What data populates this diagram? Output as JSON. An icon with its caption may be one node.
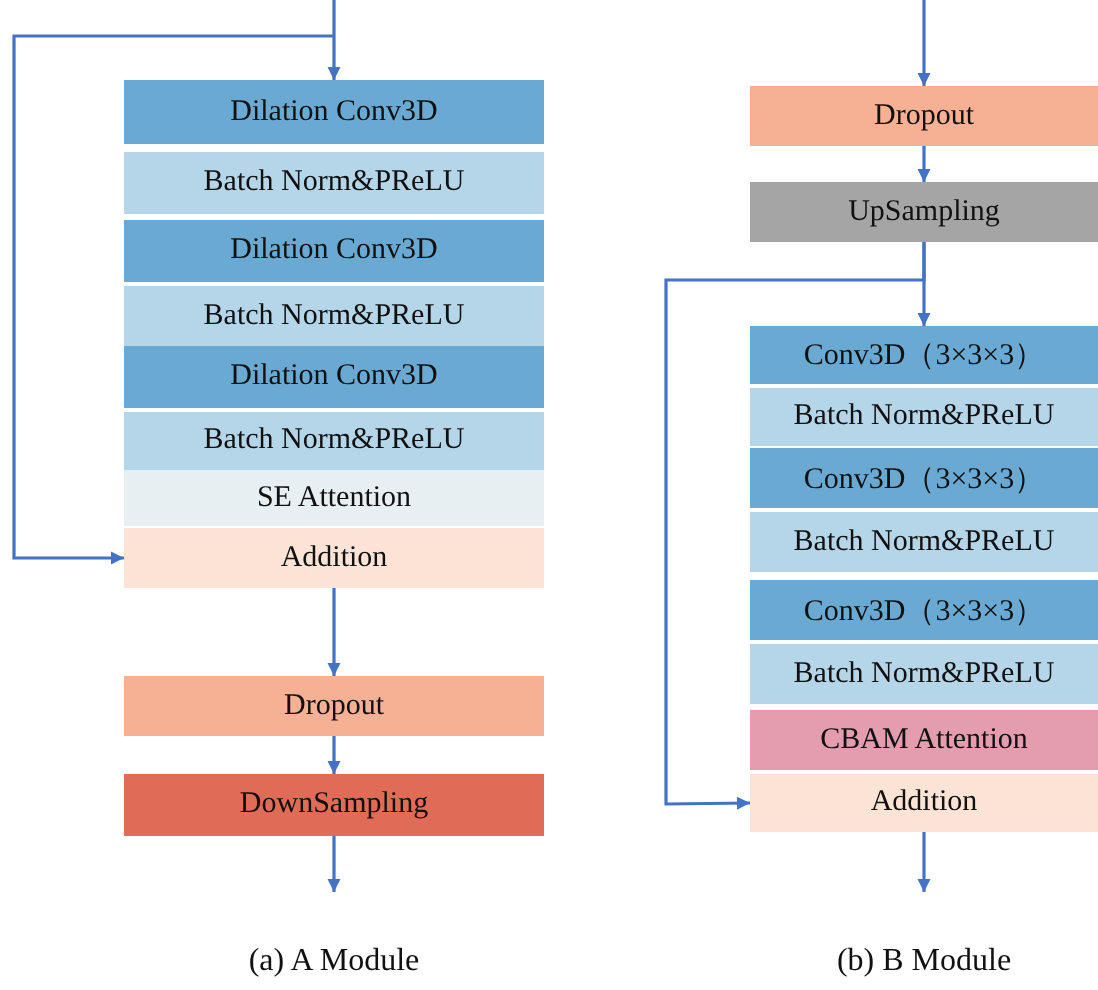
{
  "diagram": {
    "nodes": [
      {
        "text": [
          "Dilation Conv3D"
        ]
      },
      {
        "text": [
          "Batch Norm&PReLU"
        ]
      },
      {
        "text": [
          "Dilation Conv3D"
        ]
      },
      {
        "text": [
          "Batch Norm&PReLU"
        ]
      },
      {
        "text": [
          "Dilation Conv3D"
        ]
      },
      {
        "text": [
          "Batch Norm&PReLU"
        ]
      },
      {
        "text": [
          "SE Attention"
        ]
      },
      {
        "text": [
          "Addition"
        ]
      },
      {
        "text": [
          "Dropout"
        ]
      },
      {
        "text": [
          "DownSampling"
        ]
      },
      {
        "text": [
          "Dropout"
        ]
      },
      {
        "text": [
          "UpSampling"
        ]
      },
      {
        "text": [
          "Conv3D（3×3×3）"
        ]
      },
      {
        "text": [
          "Batch Norm&PReLU"
        ]
      },
      {
        "text": [
          "Conv3D（3×3×3）"
        ]
      },
      {
        "text": [
          "Batch Norm&PReLU"
        ]
      },
      {
        "text": [
          "Conv3D（3×3×3）"
        ]
      },
      {
        "text": [
          "Batch Norm&PReLU"
        ]
      },
      {
        "text": [
          "CBAM Attention"
        ]
      },
      {
        "text": [
          "Addition"
        ]
      }
    ],
    "edges": [
      {
        "from": null,
        "to": 0,
        "arrow": "to"
      },
      {
        "from": null,
        "to": 7,
        "arrow": "to"
      },
      {
        "from": 7,
        "to": 8,
        "arrow": "to"
      },
      {
        "from": 8,
        "to": 9,
        "arrow": "to"
      },
      {
        "from": 9,
        "to": null,
        "arrow": "to"
      },
      {
        "from": null,
        "to": 10,
        "arrow": "to"
      },
      {
        "from": 10,
        "to": 11,
        "arrow": "to"
      },
      {
        "from": 11,
        "to": 12,
        "arrow": "to"
      },
      {
        "from": 11,
        "to": 19,
        "arrow": "to"
      },
      {
        "from": 19,
        "to": null,
        "arrow": "to"
      }
    ],
    "labels": [
      "(a) A Module",
      "(b) B Module"
    ]
  }
}
